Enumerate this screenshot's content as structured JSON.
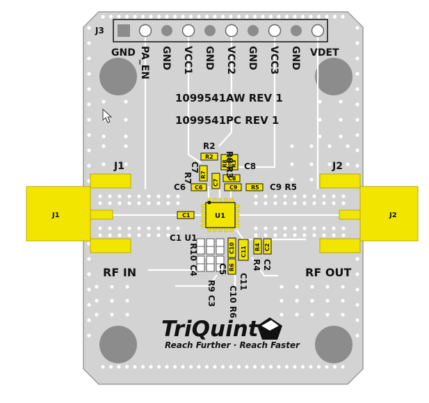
{
  "colors": {
    "board": "#d3d3d3",
    "board_edge": "#9a9a9a",
    "copper_gold": "#f2e600",
    "gold_edge": "#b8a800",
    "hole": "#8c8c8c",
    "trace": "#ffffff",
    "silk": "#111111"
  },
  "header": {
    "connector_label": "J3",
    "pins": [
      "GND",
      "PA_EN",
      "GND",
      "VCC1",
      "GND",
      "VCC2",
      "GND",
      "VCC3",
      "GND",
      "VDET"
    ]
  },
  "part_numbers": [
    "1099541AW REV 1",
    "1099541PC REV 1"
  ],
  "connectors": {
    "left_label": "J1",
    "left_port_label": "RF IN",
    "left_block_label": "J1",
    "right_label": "J2",
    "right_port_label": "RF OUT",
    "right_block_label": "J2"
  },
  "ic_label": "U1",
  "chip_labels": {
    "r2": "R2",
    "r8": "R8",
    "r3": "R3",
    "r7": "R7",
    "c7": "C7",
    "c8": "C8",
    "c6": "C6",
    "c9": "C9",
    "r5": "R5",
    "c1": "C1",
    "c10": "C10",
    "c11": "C11",
    "r4": "R4",
    "c2": "C2",
    "r6": "R6"
  },
  "silk_labels": {
    "r2": "R2",
    "r8r3": "R8 R3",
    "r7": "R7",
    "c7": "C7",
    "c8": "C8",
    "c6": "C6",
    "c9r5": "C9 R5",
    "c1u1": "C1 U1",
    "r10": "R10",
    "c4": "C4",
    "c5": "C5",
    "r9c3": "R9 C3",
    "c10r6": "C10 R6",
    "c11": "C11",
    "r4": "R4",
    "c2": "C2"
  },
  "logo": {
    "brand": "TriQuint",
    "tagline": "Reach Further · Reach Faster"
  }
}
